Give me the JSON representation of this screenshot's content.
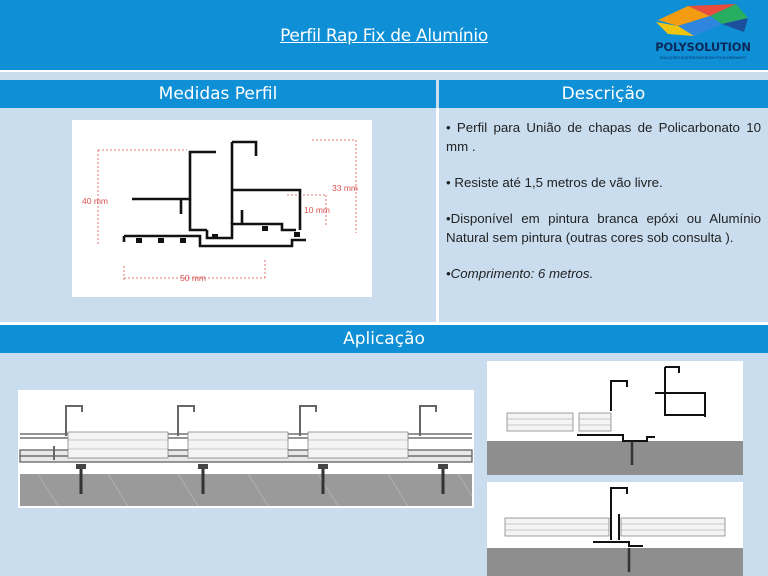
{
  "header": {
    "title": "Perfil Rap Fix de Alumínio",
    "logo_name": "POLYSOLUTION",
    "logo_tagline": "SOLUÇÕES SUSTENTÁVEIS EM POLICARBONATO"
  },
  "sections": {
    "measures_title": "Medidas Perfil",
    "description_title": "Descrição",
    "application_title": "Aplicação"
  },
  "dimensions": {
    "height_total": "40 mm",
    "height_upper": "33 mm",
    "height_lower": "10 mm",
    "width": "50 mm"
  },
  "description": {
    "item1": "• Perfil para União de chapas de Policarbonato 10 mm .",
    "item2": "• Resiste até 1,5 metros de vão livre.",
    "item3": "•Disponível em pintura branca epóxi ou Alumínio Natural sem pintura (outras cores sob consulta ).",
    "item4": "•Comprimento: 6 metros."
  },
  "colors": {
    "accent_blue": "#0e8fd6",
    "background": "#c9ddef",
    "dimension_red": "#d9534f"
  }
}
